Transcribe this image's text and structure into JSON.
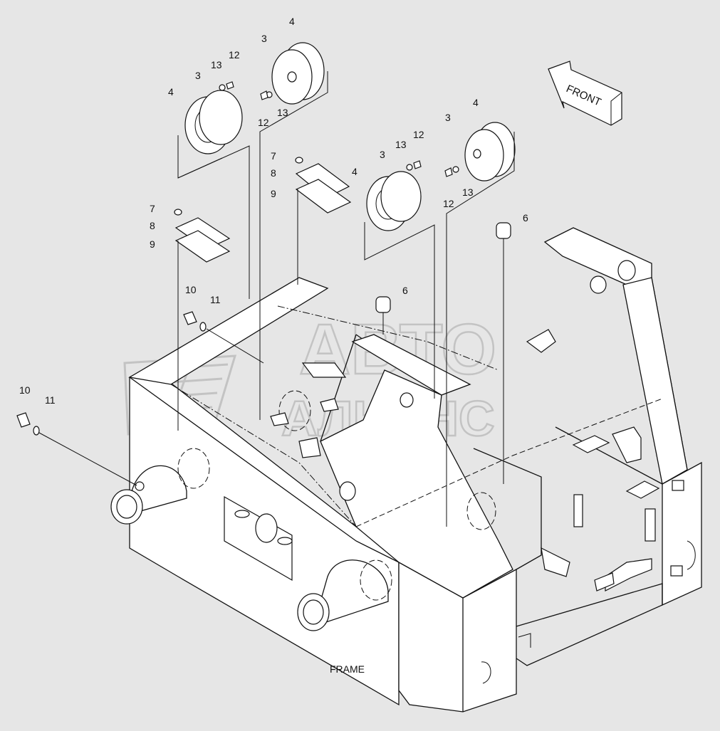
{
  "diagram": {
    "caption": "FRAME",
    "front_label": "FRONT",
    "watermark_top": "АВТО",
    "watermark_bottom": "АЛЬЯНС",
    "callouts": [
      {
        "id": "c4a",
        "text": "4"
      },
      {
        "id": "c3a",
        "text": "3"
      },
      {
        "id": "c13a",
        "text": "13"
      },
      {
        "id": "c12a",
        "text": "12"
      },
      {
        "id": "c4b",
        "text": "4"
      },
      {
        "id": "c3b",
        "text": "3"
      },
      {
        "id": "c12b",
        "text": "12"
      },
      {
        "id": "c13b",
        "text": "13"
      },
      {
        "id": "c7a",
        "text": "7"
      },
      {
        "id": "c8a",
        "text": "8"
      },
      {
        "id": "c9a",
        "text": "9"
      },
      {
        "id": "c7b",
        "text": "7"
      },
      {
        "id": "c8b",
        "text": "8"
      },
      {
        "id": "c9b",
        "text": "9"
      },
      {
        "id": "c4c",
        "text": "4"
      },
      {
        "id": "c3c",
        "text": "3"
      },
      {
        "id": "c13c",
        "text": "13"
      },
      {
        "id": "c12c",
        "text": "12"
      },
      {
        "id": "c4d",
        "text": "4"
      },
      {
        "id": "c3d",
        "text": "3"
      },
      {
        "id": "c12d",
        "text": "12"
      },
      {
        "id": "c13d",
        "text": "13"
      },
      {
        "id": "c6a",
        "text": "6"
      },
      {
        "id": "c6b",
        "text": "6"
      },
      {
        "id": "c10a",
        "text": "10"
      },
      {
        "id": "c11a",
        "text": "11"
      },
      {
        "id": "c10b",
        "text": "10"
      },
      {
        "id": "c11b",
        "text": "11"
      }
    ]
  }
}
